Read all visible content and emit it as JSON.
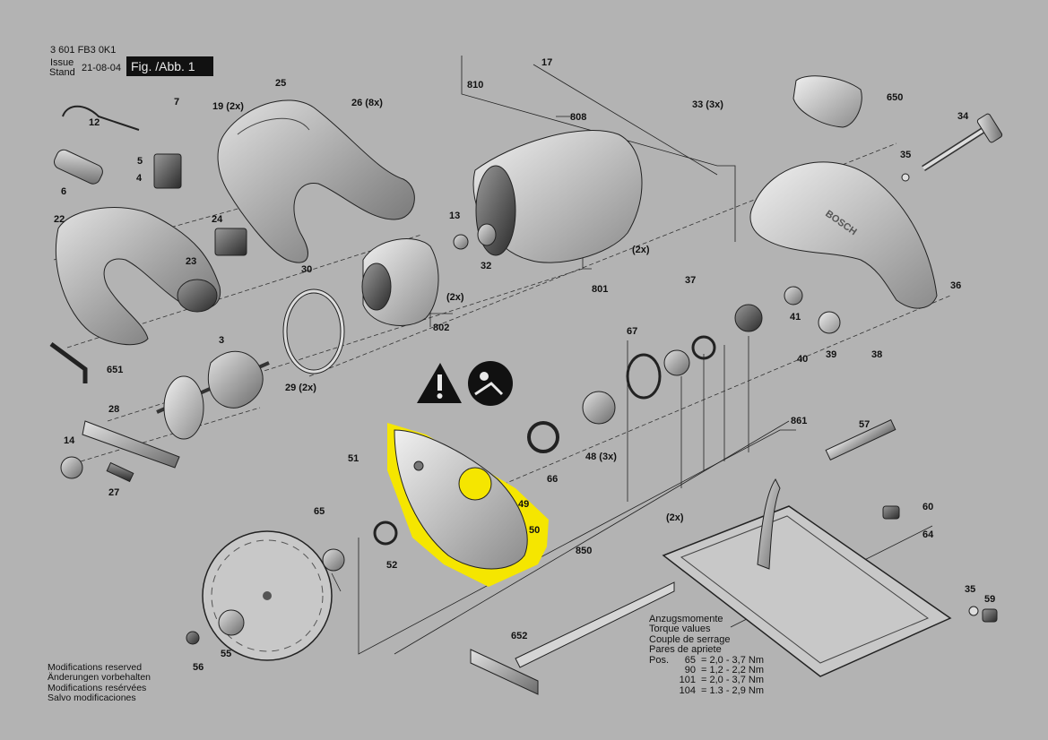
{
  "header": {
    "part_number": "3 601 FB3 0K1",
    "issue_label": "Issue",
    "stand_label": "Stand",
    "date": "21-08-04",
    "figure": "Fig. /Abb. 1"
  },
  "modifications": [
    "Modifications reserved",
    "Änderungen vorbehalten",
    "Modifications resérvées",
    "Salvo modificaciones"
  ],
  "torque": {
    "titles": [
      "Anzugsmomente",
      "Torque values",
      "Couple de serrage",
      "Pares de apriete"
    ],
    "pos_label": "Pos.",
    "rows": [
      {
        "pos": "65",
        "value": "= 2,0 - 3,7 Nm"
      },
      {
        "pos": "90",
        "value": "= 1,2 - 2,2 Nm"
      },
      {
        "pos": "101",
        "value": "= 2,0 - 3,7 Nm"
      },
      {
        "pos": "104",
        "value": "= 1.3 - 2,9 Nm"
      }
    ]
  },
  "highlight_color": "#f5e600",
  "parts": {
    "p3": "3",
    "p4": "4",
    "p5": "5",
    "p6": "6",
    "p7": "7",
    "p12": "12",
    "p13": "13",
    "p14": "14",
    "p17": "17",
    "p19": "19 (2x)",
    "p22": "22",
    "p23": "23",
    "p24": "24",
    "p25": "25",
    "p26": "26 (8x)",
    "p27": "27",
    "p28": "28",
    "p29": "29 (2x)",
    "p30": "30",
    "p32": "32",
    "p33": "33 (3x)",
    "p34": "34",
    "p35a": "35",
    "p35b": "35",
    "p36": "36",
    "p37": "37",
    "p38": "38",
    "p39": "39",
    "p40": "40",
    "p41": "41",
    "p48": "48 (3x)",
    "p49": "49",
    "p50": "50",
    "p51": "51",
    "p52": "52",
    "p55": "55",
    "p56": "56",
    "p57": "57",
    "p59": "59",
    "p60": "60",
    "p64": "64",
    "p65": "65",
    "p66": "66",
    "p67": "67",
    "p650": "650",
    "p651": "651",
    "p652": "652",
    "p801": "801",
    "p802": "802",
    "p808": "808",
    "p810": "810",
    "p850": "850",
    "p861": "861",
    "x2a": "(2x)",
    "x2b": "(2x)",
    "x2c": "(2x)"
  }
}
